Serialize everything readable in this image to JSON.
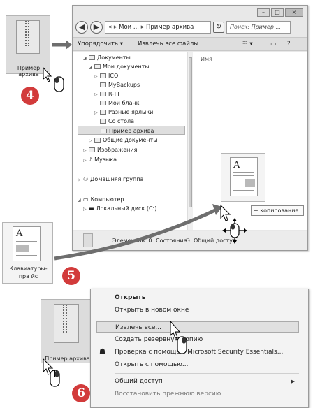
{
  "explorer": {
    "title_controls": [
      "–",
      "□",
      "×"
    ],
    "address": [
      "«",
      "Мои ...",
      "Пример архива"
    ],
    "search_placeholder": "Поиск: Пример ...",
    "toolbar": {
      "organize": "Упорядочить ▾",
      "extract_all": "Извлечь все файлы"
    },
    "column_name": "Имя",
    "tree": [
      {
        "label": "Документы",
        "level": 1
      },
      {
        "label": "Мои документы",
        "level": 2
      },
      {
        "label": "ICQ",
        "level": 3
      },
      {
        "label": "MyBackups",
        "level": 3
      },
      {
        "label": "R-TT",
        "level": 3
      },
      {
        "label": "Мой бланк",
        "level": 3
      },
      {
        "label": "Разные ярлыки",
        "level": 3
      },
      {
        "label": "Со стола",
        "level": 3
      },
      {
        "label": "Пример архива",
        "level": 3,
        "selected": true
      },
      {
        "label": "Общие документы",
        "level": 2
      },
      {
        "label": "Изображения",
        "level": 1
      },
      {
        "label": "Музыка",
        "level": 1
      },
      {
        "label": "Домашняя группа",
        "level": 0
      },
      {
        "label": "Компьютер",
        "level": 0
      },
      {
        "label": "Локальный диск (C:)",
        "level": 1
      }
    ],
    "status": {
      "elements": "Элементов: 0",
      "state": "Состояние:",
      "shared": "Общий доступ"
    }
  },
  "icons": {
    "archive_top_label": "Пример архива",
    "doc_left_label": "Клавиатуры-пра йс",
    "archive_bottom_label": "Пример архива"
  },
  "copy_tooltip": "+ копирование",
  "steps": {
    "four": "4",
    "five": "5",
    "six": "6"
  },
  "context_menu": [
    {
      "label": "Открыть",
      "bold": true
    },
    {
      "label": "Открыть в новом окне"
    },
    {
      "sep": true
    },
    {
      "label": "Извлечь все...",
      "highlighted": true
    },
    {
      "label": "Создать резервную копию"
    },
    {
      "label": "Проверка с помощью Microsoft Security Essentials..."
    },
    {
      "label": "Открыть с помощью..."
    },
    {
      "sep": true
    },
    {
      "label": "Общий доступ",
      "submenu": true
    },
    {
      "label": "Восстановить прежнюю версию",
      "dim": true
    }
  ],
  "colors": {
    "step_badge": "#d23b3b",
    "arrow": "#6e6e6e"
  }
}
